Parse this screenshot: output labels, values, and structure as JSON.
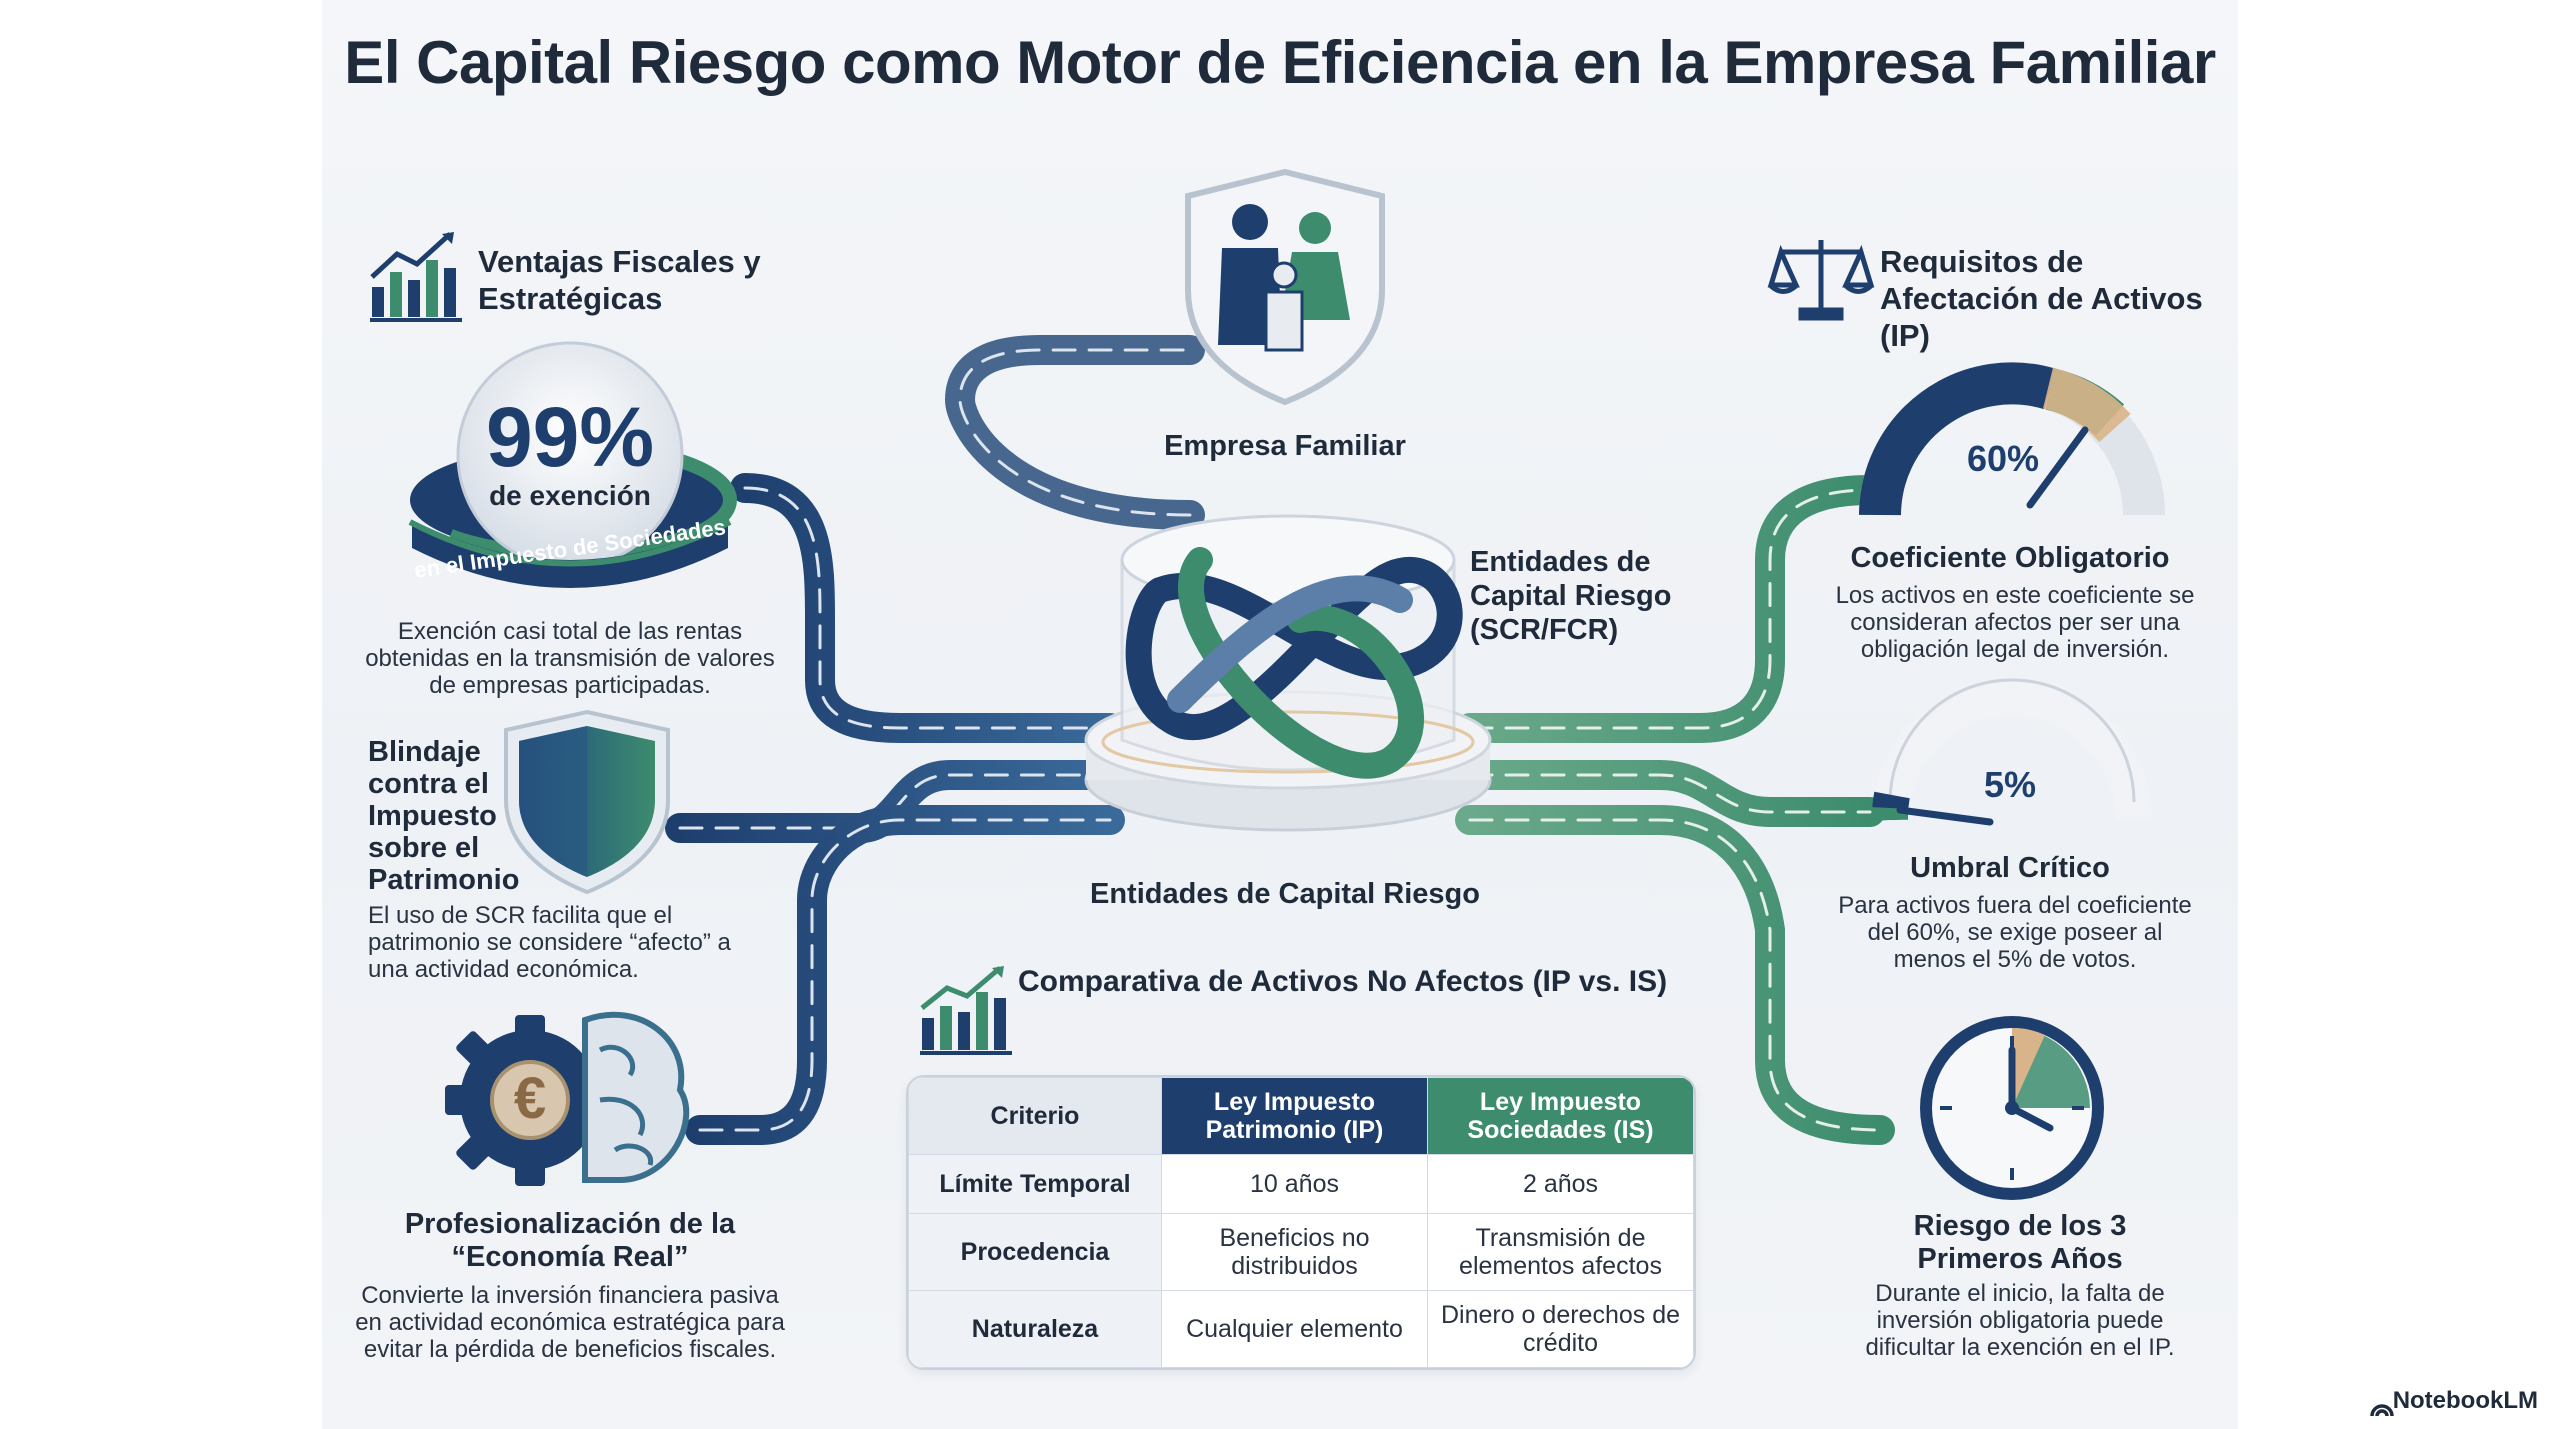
{
  "title": "El Capital Riesgo como Motor de Eficiencia en la Empresa Familiar",
  "colors": {
    "navy": "#1e3f6e",
    "green": "#3d8c6e",
    "accent": "#c9a27a",
    "bg": "#eef1f5"
  },
  "left": {
    "heading": "Ventajas Fiscales y Estratégicas",
    "heading_icon": "growth-chart-icon",
    "badge": {
      "value": "99%",
      "sub": "de exención",
      "ribbon": "en el Impuesto de Sociedades"
    },
    "badge_desc": "Exención casi total de las rentas obtenidas en la transmisión de valores de empresas participadas.",
    "shield": {
      "title": "Blindaje contra el Impuesto sobre el Patrimonio",
      "desc": "El uso de SCR facilita que el patrimonio se considere “afecto” a una actividad económica.",
      "icon": "shield-icon"
    },
    "prof": {
      "title": "Profesionalización de la “Economía Real”",
      "desc": "Convierte la inversión financiera pasiva en actividad económica estratégica para evitar la pérdida de beneficios fiscales.",
      "icon": "gear-brain-icon",
      "currency": "€"
    }
  },
  "center": {
    "family_label": "Empresa Familiar",
    "family_icon": "family-shield-icon",
    "entities_side_label": "Entidades de Capital Riesgo (SCR/FCR)",
    "entities_label": "Entidades de Capital Riesgo",
    "knot_icon": "interlocked-rings-icon"
  },
  "right": {
    "heading": "Requisitos de Afectación de Activos (IP)",
    "heading_icon": "scales-icon",
    "gauge1": {
      "value": "60%",
      "level": 0.6,
      "title": "Coeficiente Obligatorio",
      "desc": "Los activos en este coeficiente se consideran afectos per ser una obligación legal de inversión."
    },
    "gauge2": {
      "value": "5%",
      "level": 0.05,
      "title": "Umbral Crítico",
      "desc": "Para activos fuera del coeficiente del 60%, se exige poseer al menos el 5% de votos."
    },
    "clock": {
      "title": "Riesgo de los 3 Primeros Años",
      "desc": "Durante el inicio, la falta de inversión obligatoria puede dificultar la exención en el IP.",
      "icon": "clock-icon"
    }
  },
  "table": {
    "heading": "Comparativa de Activos No Afectos (IP vs. IS)",
    "heading_icon": "growth-chart-icon",
    "headers": [
      "Criterio",
      "Ley Impuesto Patrimonio (IP)",
      "Ley Impuesto Sociedades (IS)"
    ],
    "rows": [
      [
        "Límite Temporal",
        "10 años",
        "2 años"
      ],
      [
        "Procedencia",
        "Beneficios no distribuidos",
        "Transmisión de elementos afectos"
      ],
      [
        "Naturaleza",
        "Cualquier elemento",
        "Dinero o derechos de crédito"
      ]
    ]
  },
  "watermark": "NotebookLM"
}
